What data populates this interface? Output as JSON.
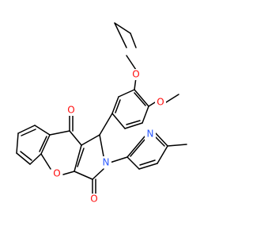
{
  "molecule": {
    "atom_labels": {
      "o_ethoxy": "O",
      "o_methoxy": "O",
      "o_ketone": "O",
      "o_ring": "O",
      "o_lactam": "O",
      "n_lactam": "N",
      "n_pyridine": "N"
    },
    "colors": {
      "carbon_bond": "#000000",
      "oxygen": "#ff0d0d",
      "nitrogen": "#2d5bff",
      "background": "#ffffff"
    }
  }
}
